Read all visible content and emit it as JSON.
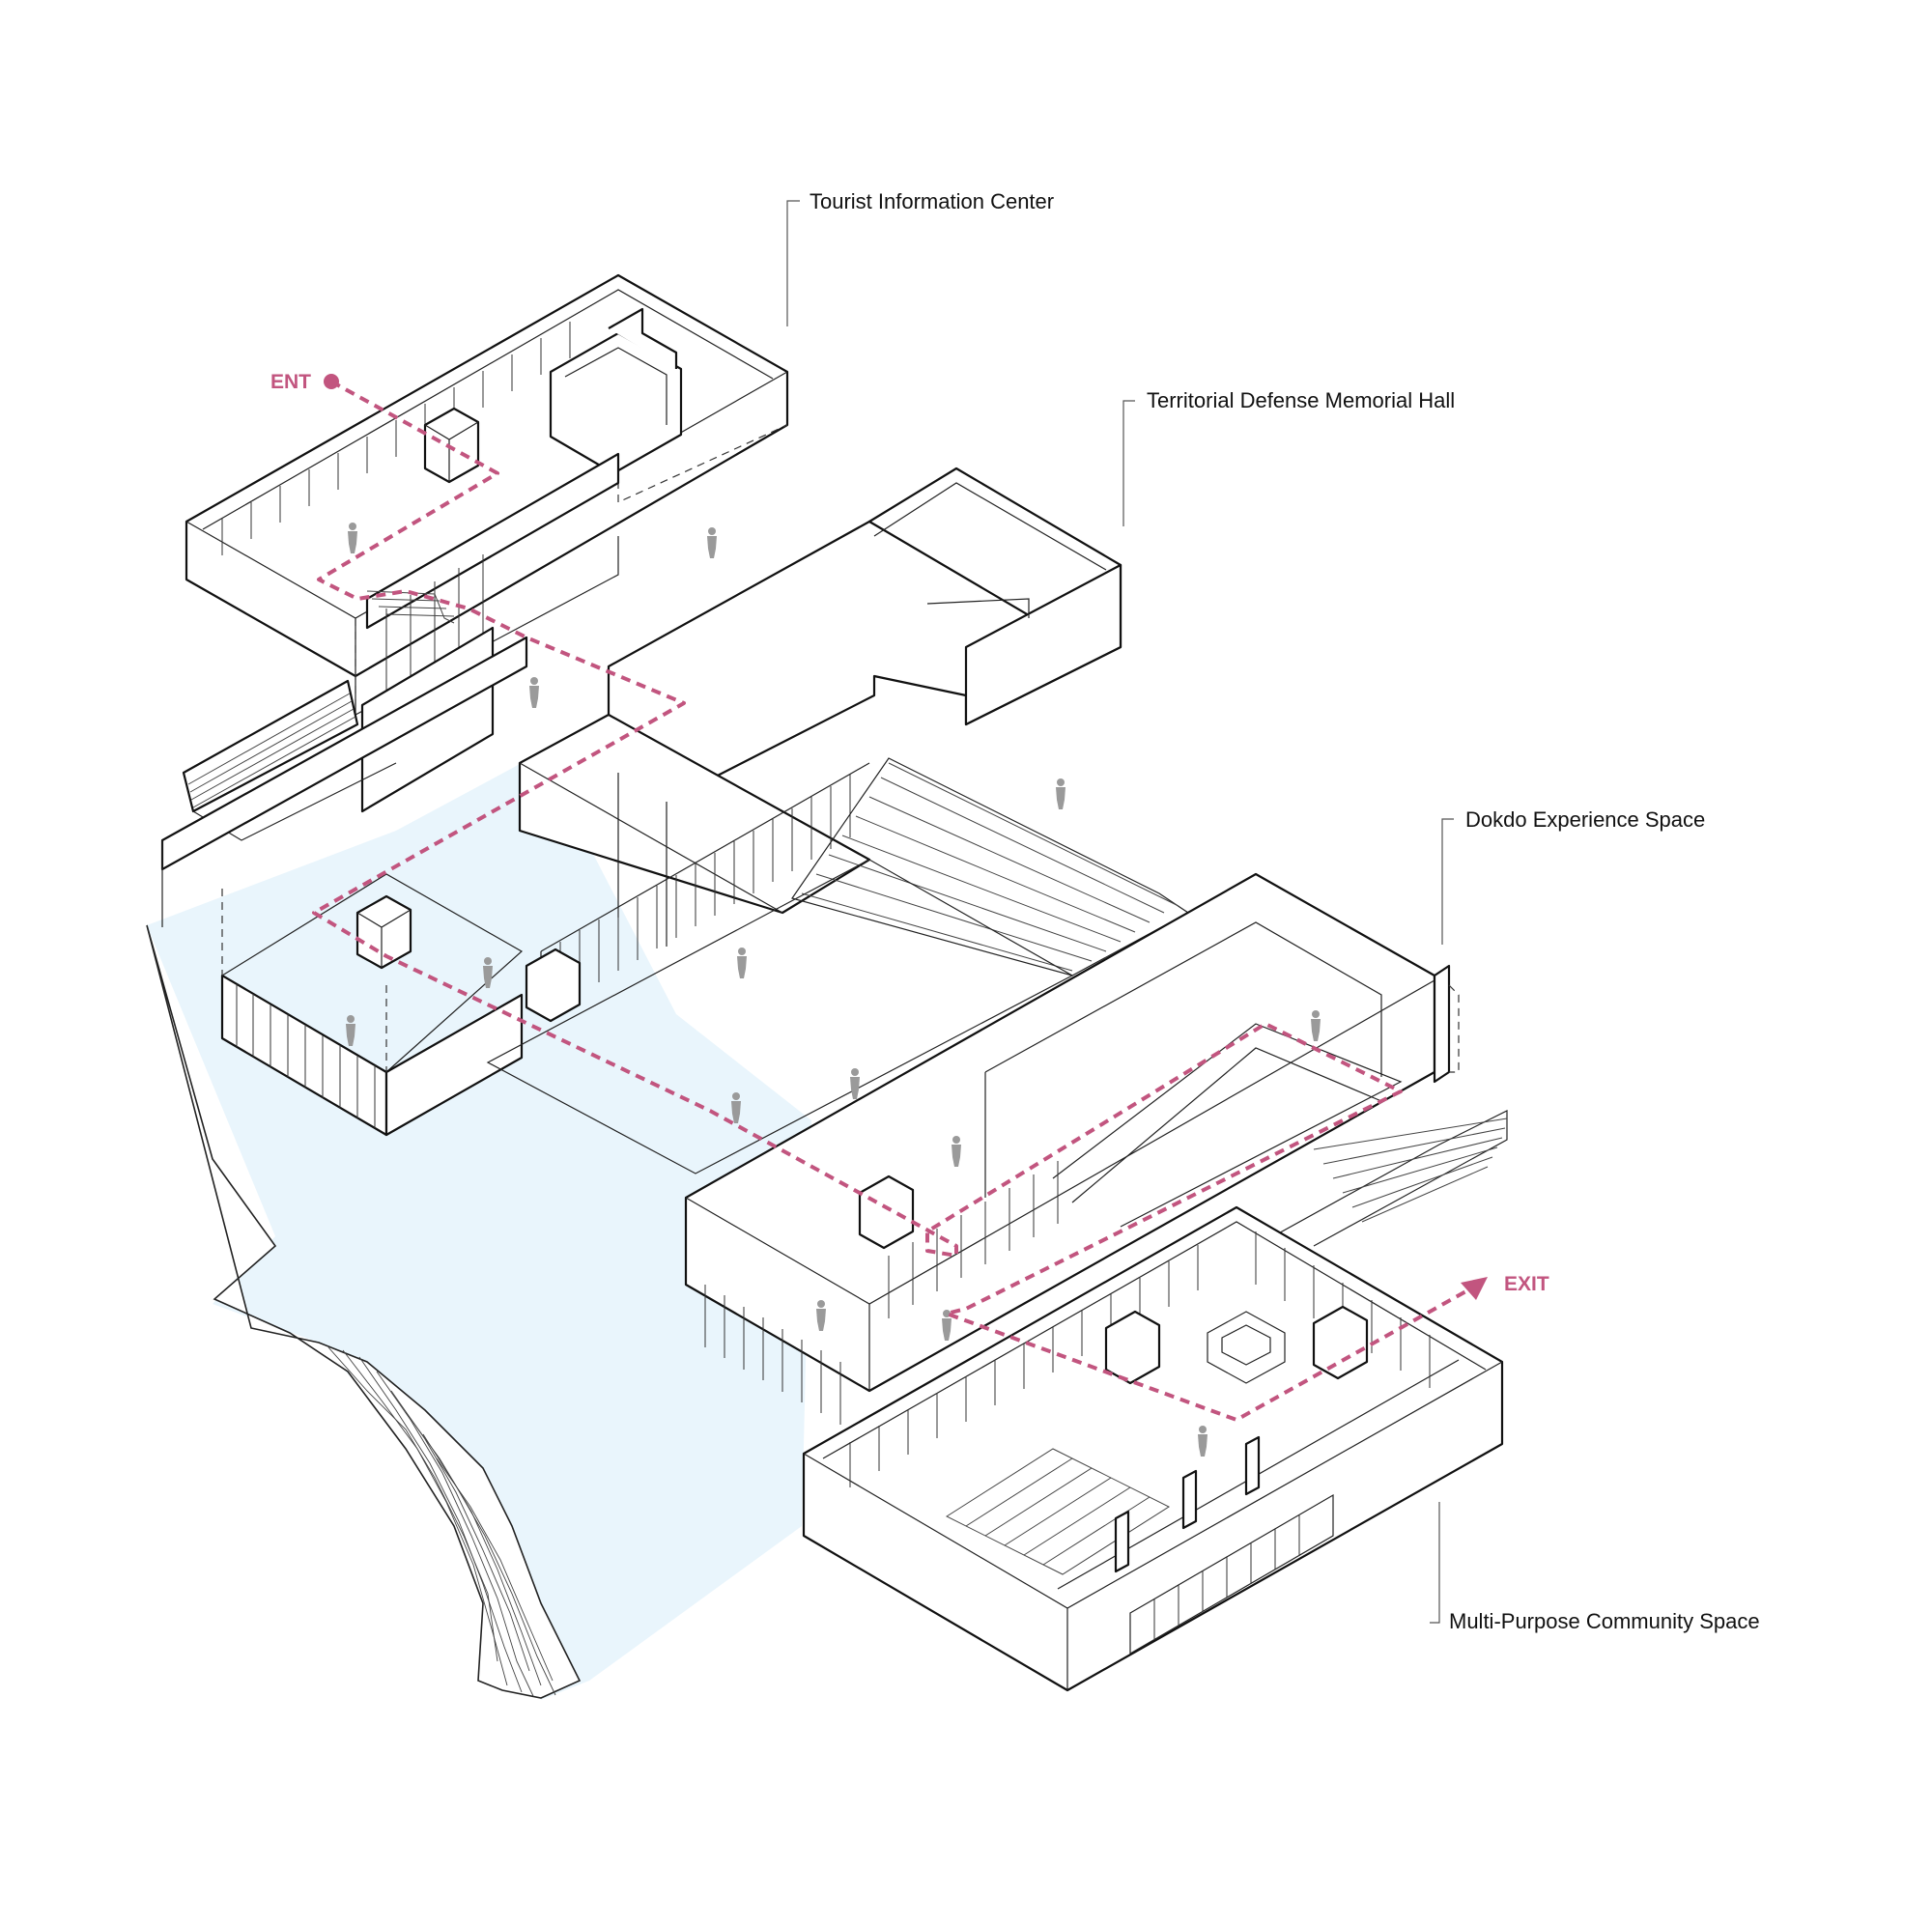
{
  "labels": {
    "tourist_info": "Tourist Information Center",
    "memorial_hall": "Territorial Defense Memorial Hall",
    "experience_space": "Dokdo Experience Space",
    "community_space": "Multi-Purpose Community Space"
  },
  "route": {
    "entrance": "ENT",
    "exit": "EXIT"
  },
  "colors": {
    "route": "#c2557f",
    "water": "#e9f5fc",
    "line": "#111111"
  }
}
